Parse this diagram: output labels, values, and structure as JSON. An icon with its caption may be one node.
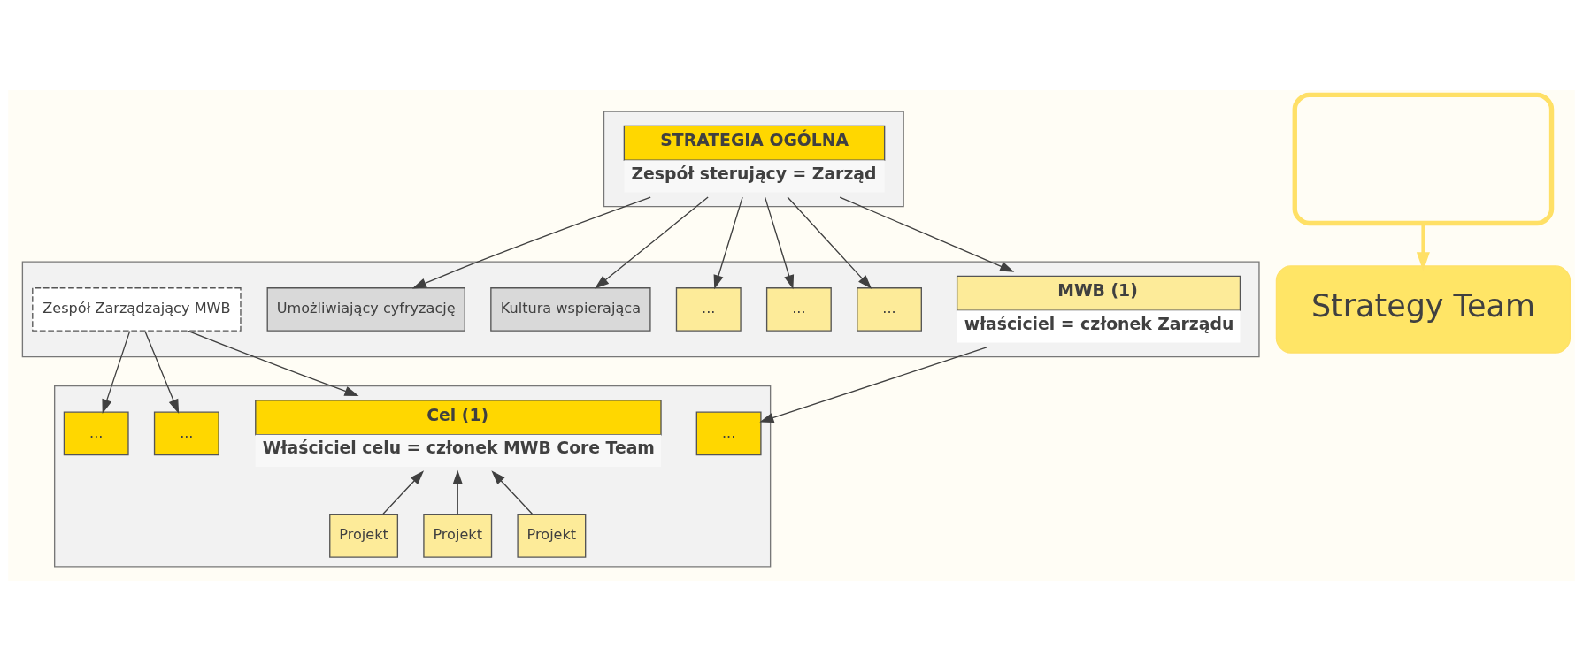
{
  "diagram": {
    "nodes": [
      {
        "text": [],
        "shape": "box"
      },
      {
        "text": [
          "STRATEGIA OGÓLNA",
          "Zespół sterujący = Zarząd"
        ],
        "in": 0
      },
      {
        "text": [],
        "shape": "box"
      },
      {
        "text": [
          "MWB (1)",
          "właściciel = członek Zarządu"
        ],
        "in": 2
      },
      {
        "text": [
          "..."
        ],
        "in": 2
      },
      {
        "text": [
          "..."
        ],
        "in": 2
      },
      {
        "text": [
          "..."
        ],
        "in": 2
      },
      {
        "text": [
          "Kultura wspierająca"
        ],
        "in": 2
      },
      {
        "text": [
          "Umożliwiający cyfryzację"
        ],
        "in": 2
      },
      {
        "text": [
          "Zespół Zarządzający MWB"
        ],
        "in": 2
      },
      {
        "text": [],
        "shape": "box"
      },
      {
        "text": [
          "Cel (1)",
          "Właściciel celu = członek MWB Core Team"
        ],
        "in": 10
      },
      {
        "text": [
          "..."
        ],
        "in": 10
      },
      {
        "text": [
          "..."
        ],
        "in": 10
      },
      {
        "text": [
          "..."
        ],
        "in": 10
      },
      {
        "text": [
          "Projekt"
        ],
        "in": 10
      },
      {
        "text": [
          "Projekt"
        ],
        "in": 10
      },
      {
        "text": [
          "Projekt"
        ],
        "in": 10
      },
      {
        "text": [],
        "shape": "box"
      },
      {
        "text": [
          "Strategy Team"
        ]
      }
    ],
    "edges": [
      {
        "from": 1,
        "to": 3,
        "arrow": "to"
      },
      {
        "from": 1,
        "to": 4,
        "arrow": "to"
      },
      {
        "from": 1,
        "to": 5,
        "arrow": "to"
      },
      {
        "from": 1,
        "to": 6,
        "arrow": "to"
      },
      {
        "from": 1,
        "to": 7,
        "arrow": "to"
      },
      {
        "from": 1,
        "to": 8,
        "arrow": "to"
      },
      {
        "from": 3,
        "to": 14,
        "arrow": "to"
      },
      {
        "from": 9,
        "to": 11,
        "arrow": "to"
      },
      {
        "from": 9,
        "to": 12,
        "arrow": "to"
      },
      {
        "from": 9,
        "to": 13,
        "arrow": "to"
      },
      {
        "from": 15,
        "to": 11,
        "arrow": "to"
      },
      {
        "from": 16,
        "to": 11,
        "arrow": "to"
      },
      {
        "from": 17,
        "to": 11,
        "arrow": "to"
      },
      {
        "from": 18,
        "to": 19,
        "arrow": "to",
        "style": "thick",
        "color": "#ffe066"
      }
    ]
  }
}
